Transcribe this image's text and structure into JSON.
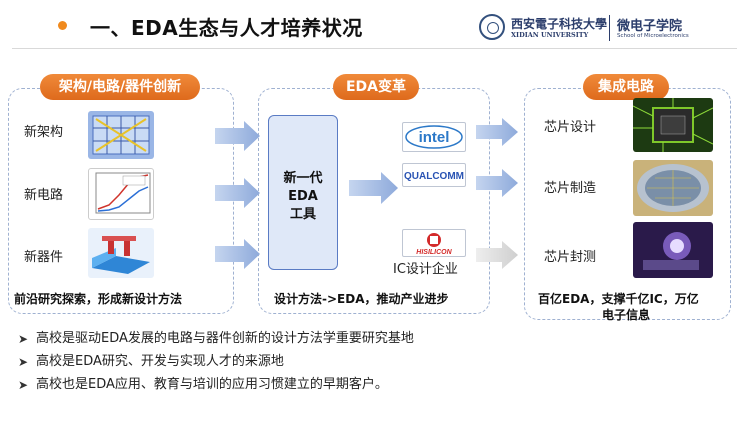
{
  "header": {
    "title": "一、EDA生态与人才培养状况",
    "university_cn": "西安電子科技大學",
    "university_en": "XIDIAN UNIVERSITY",
    "school_cn": "微电子学院",
    "school_en": "School of Microelectronics"
  },
  "left_panel": {
    "title": "架构/电路/器件创新",
    "items": [
      "新架构",
      "新电路",
      "新器件"
    ],
    "caption": "前沿研究探索，形成新设计方法"
  },
  "middle_panel": {
    "title": "EDA变革",
    "tool_lines": [
      "新一代",
      "EDA",
      "工具"
    ],
    "brands": [
      "intel",
      "QUALCOMM",
      "HISILICON"
    ],
    "ic_label": "IC设计企业",
    "caption": "设计方法->EDA，推动产业进步"
  },
  "right_panel": {
    "title": "集成电路",
    "items": [
      "芯片设计",
      "芯片制造",
      "芯片封测"
    ],
    "caption_line1": "百亿EDA，支撑千亿IC，万亿",
    "caption_line2": "电子信息"
  },
  "bullets": [
    "高校是驱动EDA发展的电路与器件创新的设计方法学重要研究基地",
    "高校是EDA研究、开发与实现人才的来源地",
    "高校也是EDA应用、教育与培训的应用习惯建立的早期客户。"
  ],
  "colors": {
    "accent": "#f08a1e",
    "panel_border": "#9fb1d1",
    "arrow": "#8eaadb",
    "brand_blue": "#2b3d6b"
  }
}
